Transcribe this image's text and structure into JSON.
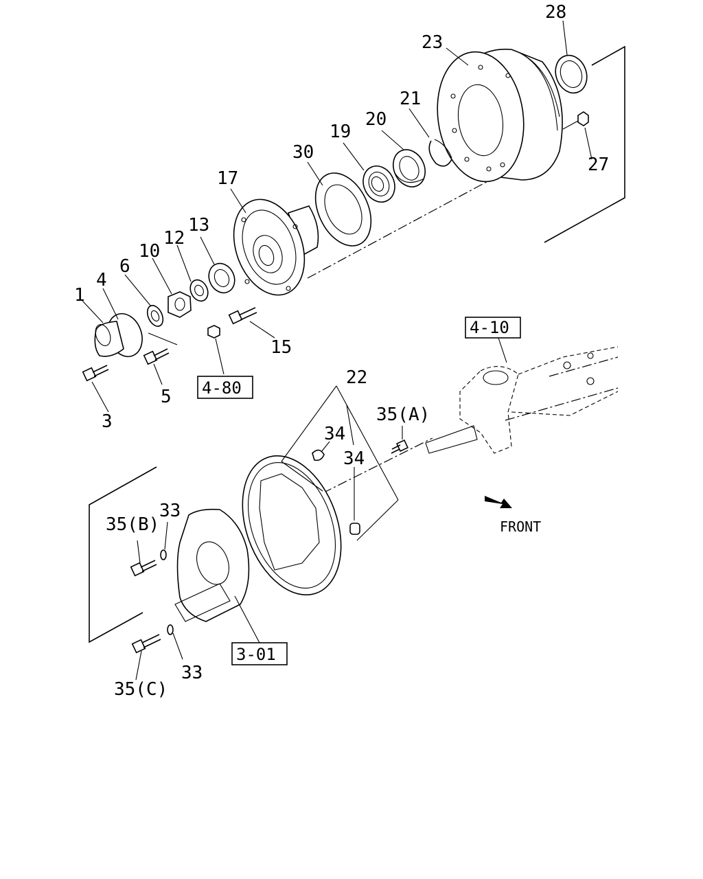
{
  "callouts": [
    "1",
    "3",
    "4",
    "5",
    "6",
    "10",
    "12",
    "13",
    "15",
    "17",
    "19",
    "20",
    "21",
    "22",
    "23",
    "27",
    "28",
    "30",
    "33",
    "33",
    "34",
    "34",
    "35(A)",
    "35(B)",
    "35(C)"
  ],
  "references": [
    "4-10",
    "4-80",
    "3-01"
  ],
  "direction_label": "FRONT"
}
